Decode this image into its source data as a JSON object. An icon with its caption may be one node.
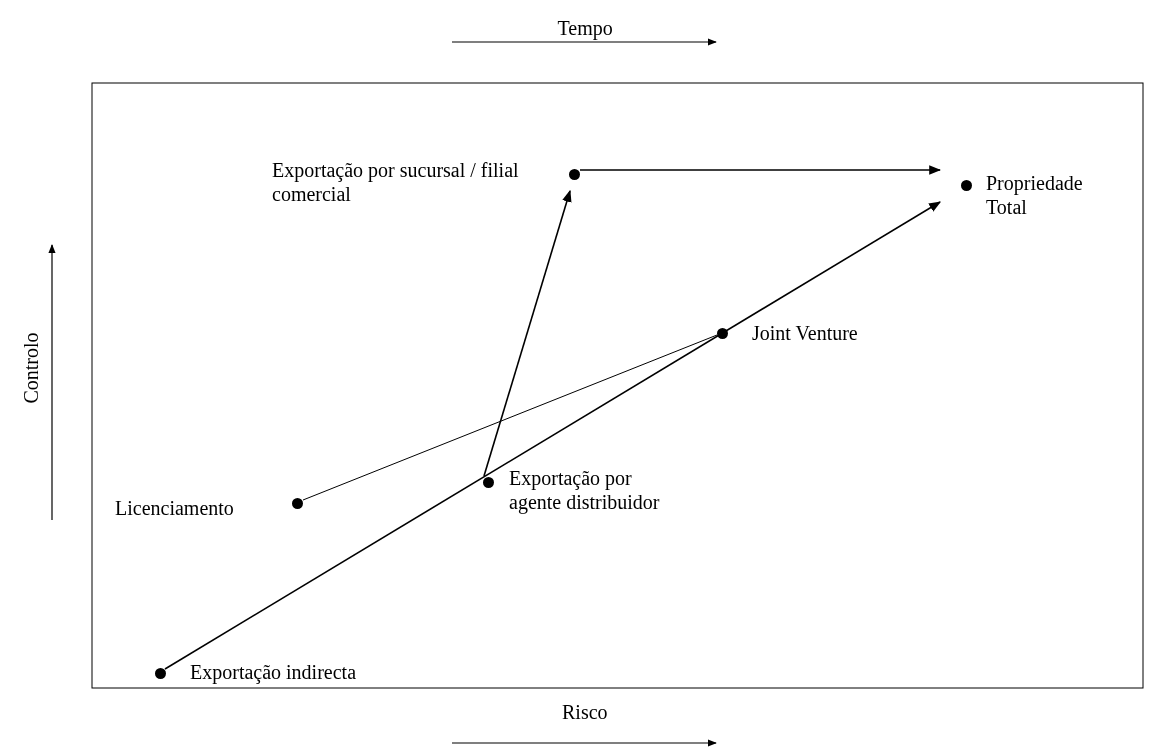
{
  "diagram": {
    "nodes": [
      {
        "text": [
          "Exportação por sucursal / filial comercial"
        ]
      },
      {
        "text": [
          "Propriedade Total"
        ]
      },
      {
        "text": [
          "Joint Venture"
        ]
      },
      {
        "text": [
          "Licenciamento"
        ]
      },
      {
        "text": [
          "Exportação por agente distribuidor"
        ]
      },
      {
        "text": [
          "Exportação indirecta"
        ]
      }
    ],
    "edges": [
      {
        "from": 0,
        "to": 1,
        "arrow": "to"
      },
      {
        "from": 5,
        "to": 1,
        "arrow": "to"
      },
      {
        "from": 3,
        "to": 2,
        "arrow": "none"
      },
      {
        "from": 4,
        "to": 0,
        "arrow": "to"
      }
    ],
    "labels": [
      "Tempo",
      "Controlo",
      "Risco"
    ]
  }
}
